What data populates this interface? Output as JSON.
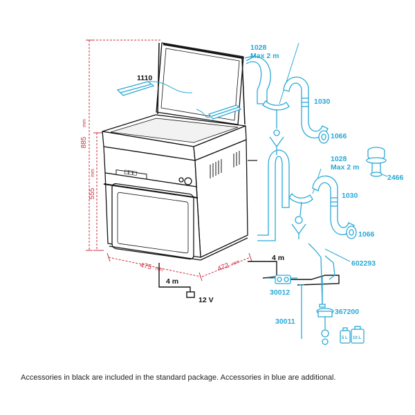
{
  "dimensions": {
    "height_total": "885",
    "height_body": "555",
    "unit": "mm",
    "width_front": "475",
    "width_side": "472"
  },
  "parts": {
    "tray": "1110",
    "hose_1028_top": "1028",
    "hose_1028_top_len": "Max 2 m",
    "hose_1030_top": "1030",
    "cap_1066_top": "1066",
    "hose_1028_mid": "1028",
    "hose_1028_mid_len": "Max 2 m",
    "hose_1030_mid": "1030",
    "cap_1066_mid": "1066",
    "vent_2466": "2466",
    "tube_602293": "602293",
    "valve_30012": "30012",
    "tube_30011": "30011",
    "pump_367200": "367200"
  },
  "cables": {
    "cable_4m_right": "4 m",
    "cable_4m_left": "4 m",
    "power_12v": "12 V"
  },
  "control_panel": {
    "display": "□□□"
  },
  "containers": {
    "small": "5 L",
    "large": "10 L"
  },
  "caption": "Accessories in black are included in the standard package. Accessories in blue are additional.",
  "colors": {
    "blue": "#29a9d6",
    "red": "#cc2b3b",
    "black": "#111111"
  }
}
